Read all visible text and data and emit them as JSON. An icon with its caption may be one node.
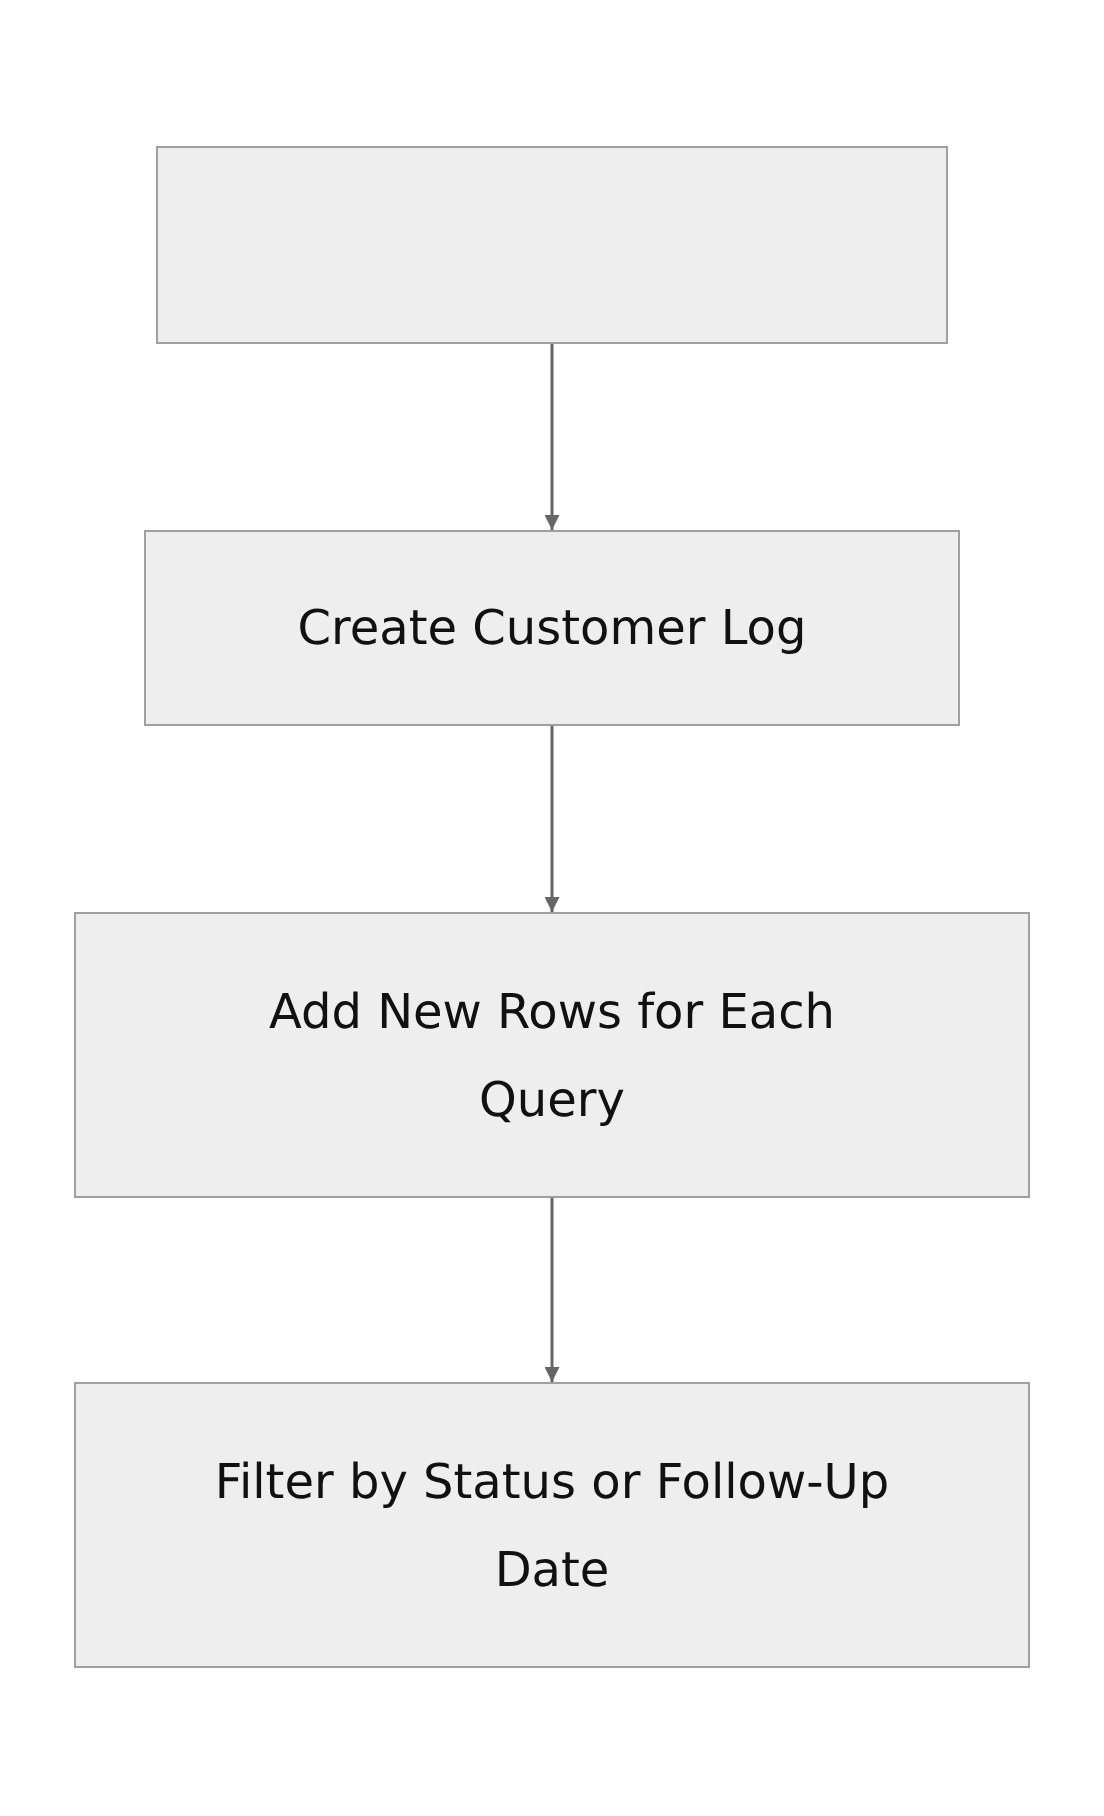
{
  "diagram": {
    "nodes": [
      {
        "text": [],
        "shape": "box"
      },
      {
        "text": [
          "Create Customer Log"
        ]
      },
      {
        "text": [
          "Add New Rows for Each Query"
        ]
      },
      {
        "text": [
          "Filter by Status or Follow-Up Date"
        ]
      }
    ],
    "edges": [
      {
        "from": 0,
        "to": 1,
        "arrow": "to"
      },
      {
        "from": 1,
        "to": 2,
        "arrow": "to"
      },
      {
        "from": 2,
        "to": 3,
        "arrow": "to"
      }
    ]
  }
}
